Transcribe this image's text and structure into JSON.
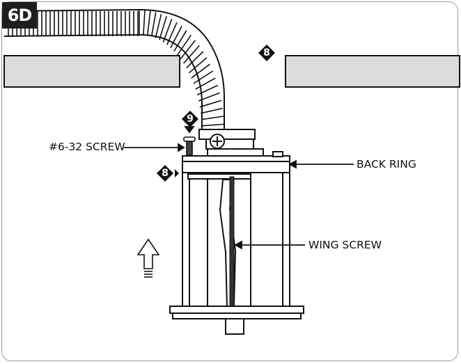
{
  "step": "6D",
  "labels": {
    "screw": "#6-32 SCREW",
    "back_ring": "BACK RING",
    "wing_screw": "WING SCREW"
  },
  "callouts": {
    "top_right": "8",
    "screw_step": "9",
    "left_step": "8"
  },
  "colors": {
    "ceiling_fill": "#dcdcdc",
    "badge_bg": "#1e1e1e",
    "line": "#111111"
  }
}
